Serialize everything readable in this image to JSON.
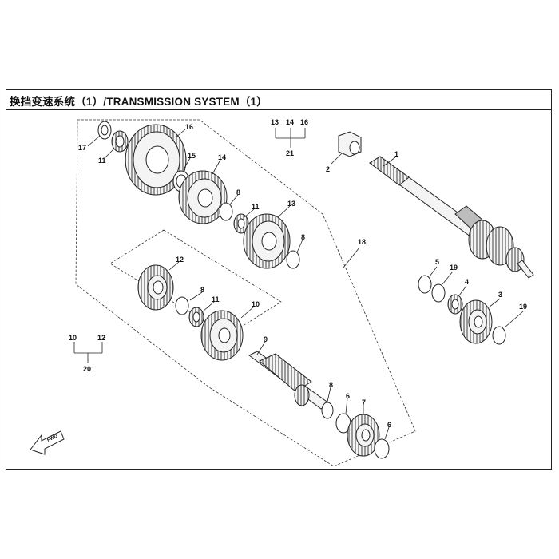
{
  "title": "换挡变速系统（1）/TRANSMISSION SYSTEM（1）",
  "fwd_label": "FWD",
  "callouts": {
    "c1": "1",
    "c2": "2",
    "c3": "3",
    "c4": "4",
    "c5": "5",
    "c6a": "6",
    "c6b": "6",
    "c7": "7",
    "c8a": "8",
    "c8b": "8",
    "c8c": "8",
    "c8d": "8",
    "c9": "9",
    "c10": "10",
    "c11a": "11",
    "c11b": "11",
    "c11c": "11",
    "c12": "12",
    "c13": "13",
    "c14": "14",
    "c15": "15",
    "c16": "16",
    "c17": "17",
    "c18": "18",
    "c19a": "19",
    "c19b": "19",
    "g1_13": "13",
    "g1_14": "14",
    "g1_16": "16",
    "g1_21": "21",
    "g2_10": "10",
    "g2_12": "12",
    "g2_20": "20"
  }
}
